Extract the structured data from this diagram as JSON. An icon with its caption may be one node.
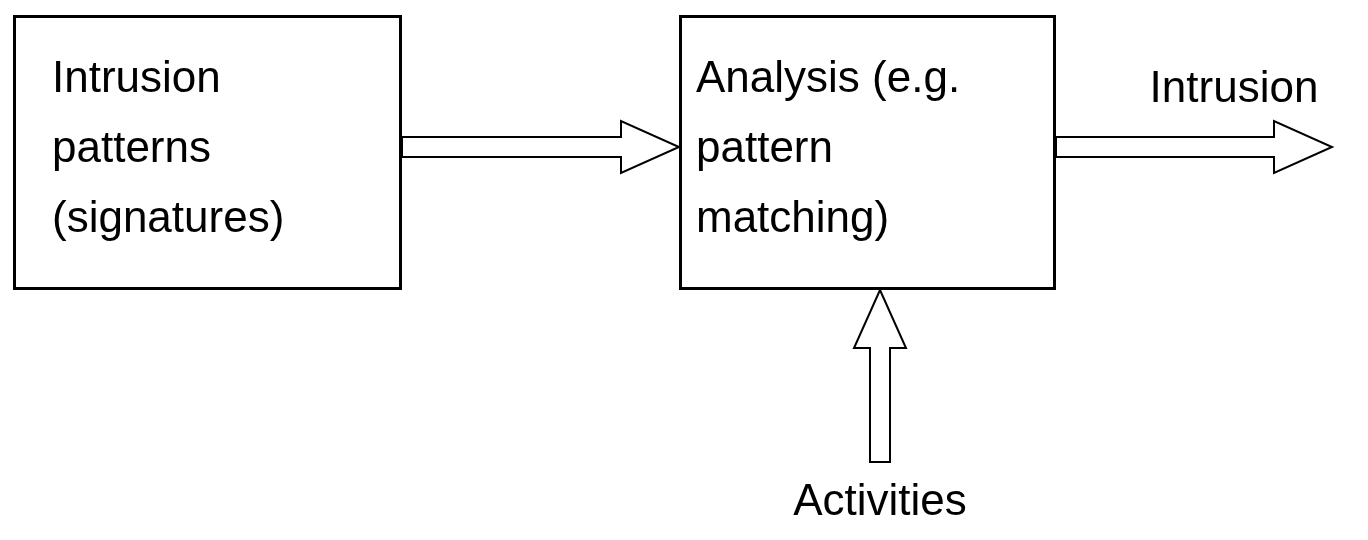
{
  "diagram": {
    "nodes": [
      {
        "text": [
          "Intrusion patterns (signatures)"
        ]
      },
      {
        "text": [
          "Analysis (e.g. pattern matching)"
        ]
      },
      {
        "text": [
          "Activities"
        ]
      }
    ],
    "edges": [
      {
        "from": 0,
        "to": 1,
        "arrow": "to"
      },
      {
        "from": 1,
        "to": null,
        "arrow": "to",
        "label": "Intrusion"
      },
      {
        "from": 2,
        "to": 1,
        "arrow": "to"
      }
    ]
  }
}
